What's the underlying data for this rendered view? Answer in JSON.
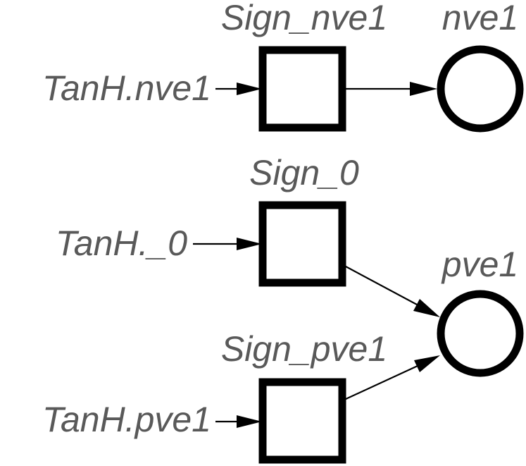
{
  "diagram": {
    "transitions": [
      {
        "id": "sign-nve1",
        "label": "Sign_nve1",
        "input_label": "TanH.nve1"
      },
      {
        "id": "sign-0",
        "label": "Sign_0",
        "input_label": "TanH._0"
      },
      {
        "id": "sign-pve1",
        "label": "Sign_pve1",
        "input_label": "TanH.pve1"
      }
    ],
    "places": [
      {
        "id": "nve1",
        "label": "nve1"
      },
      {
        "id": "pve1",
        "label": "pve1"
      }
    ],
    "edges": [
      {
        "from": "TanH.nve1",
        "to": "Sign_nve1"
      },
      {
        "from": "TanH._0",
        "to": "Sign_0"
      },
      {
        "from": "TanH.pve1",
        "to": "Sign_pve1"
      },
      {
        "from": "Sign_nve1",
        "to": "nve1"
      },
      {
        "from": "Sign_0",
        "to": "pve1"
      },
      {
        "from": "Sign_pve1",
        "to": "pve1"
      }
    ]
  }
}
